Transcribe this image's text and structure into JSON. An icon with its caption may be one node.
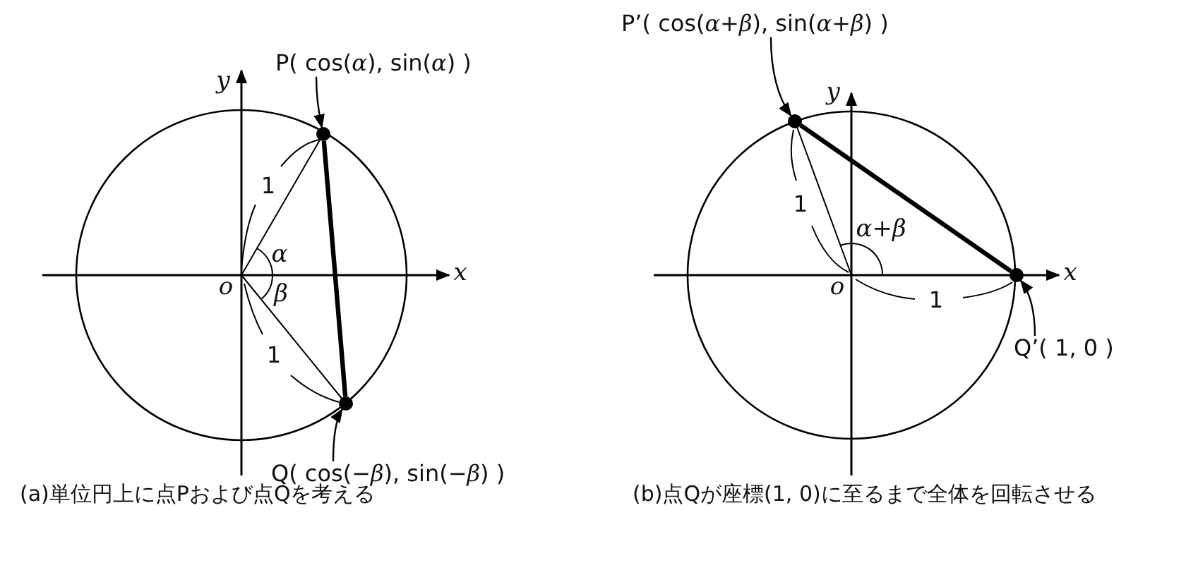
{
  "diagram": {
    "nodes": [
      {
        "text": [
          "P( cos(*α*), sin(*α*) )"
        ]
      },
      {
        "text": [],
        "shape": "circle"
      },
      {
        "text": [
          "Q( cos(−*β*), sin(−*β*) )"
        ]
      },
      {
        "text": [],
        "shape": "circle"
      },
      {
        "text": [
          "P’( cos(*α*+*β*), sin(*α*+*β*) )"
        ]
      },
      {
        "text": [],
        "shape": "circle"
      },
      {
        "text": [
          "Q’( 1, 0 )"
        ]
      },
      {
        "text": [],
        "shape": "circle"
      }
    ],
    "edges": [
      {
        "from": 0,
        "to": 1,
        "arrow": "to"
      },
      {
        "from": 2,
        "to": 3,
        "arrow": "to"
      },
      {
        "from": 1,
        "to": 3,
        "arrow": "none",
        "style": "thick"
      },
      {
        "from": 4,
        "to": 5,
        "arrow": "to"
      },
      {
        "from": 6,
        "to": 7,
        "arrow": "to"
      },
      {
        "from": 5,
        "to": 7,
        "arrow": "none",
        "style": "thick"
      }
    ],
    "labels": [
      "y",
      "1",
      "α",
      "o",
      "β",
      "1",
      "x",
      "(a)単位円上に点Pおよび点Qを考える",
      "y",
      "1",
      "α+β",
      "o",
      "1",
      "x",
      "(b)点Qが座標(1, 0)に至るまで全体を回転させる"
    ]
  }
}
